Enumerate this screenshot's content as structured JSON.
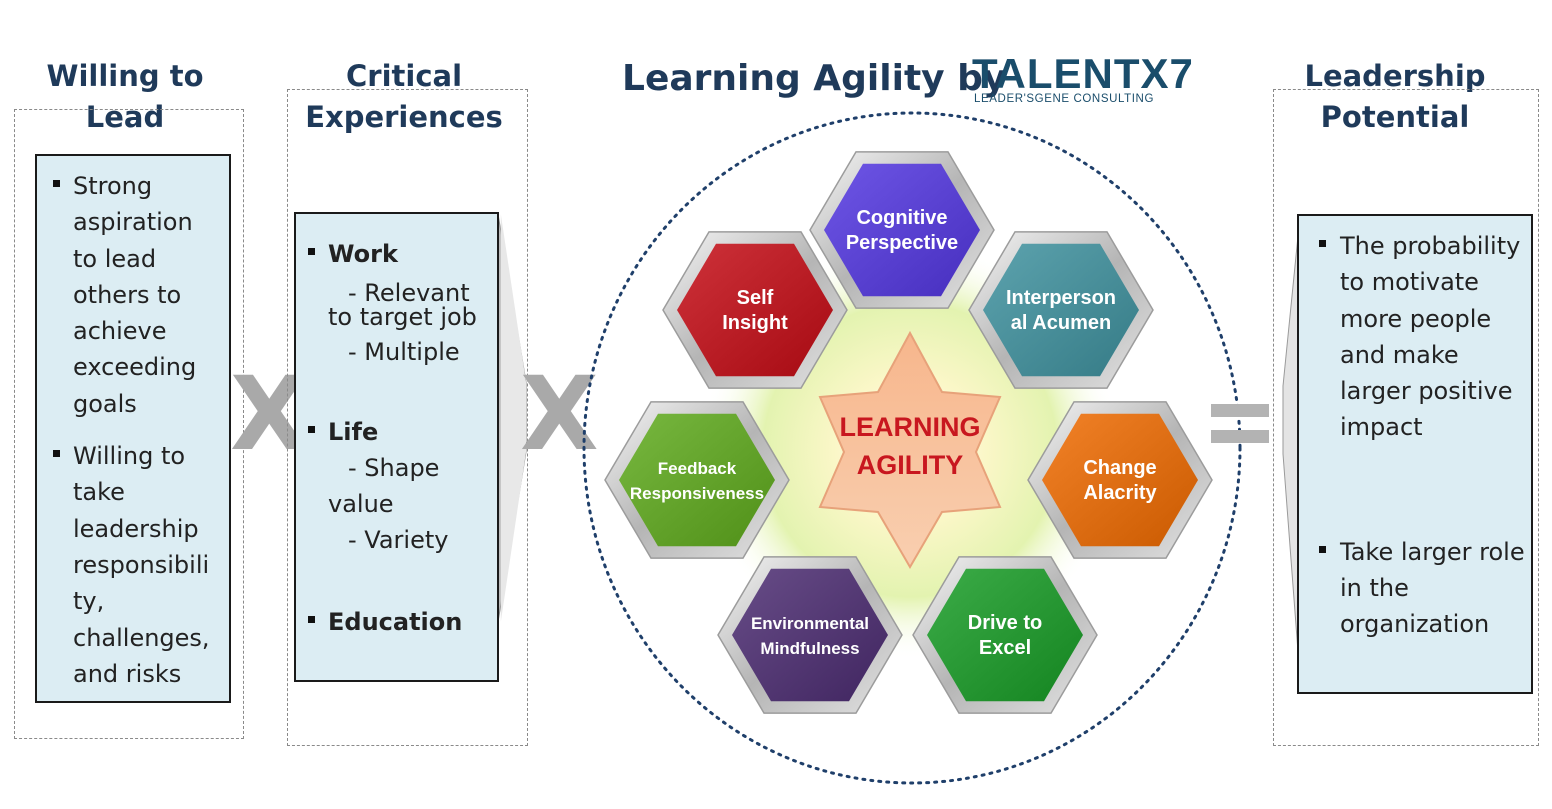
{
  "header": {
    "title": "Learning Agility by",
    "logo_text": "TALENTX7",
    "logo_subtitle": "LEADER'SGENE CONSULTING"
  },
  "willing": {
    "title_line1": "Willing to",
    "title_line2": "Lead",
    "bullets": [
      [
        "Strong",
        "aspiration",
        "to lead",
        "others to",
        "achieve",
        "exceeding",
        "goals"
      ],
      [
        "Willing to",
        "take",
        "leadership",
        "responsibili",
        "ty,",
        "challenges,",
        "and risks"
      ]
    ]
  },
  "critical": {
    "title_line1": "Critical",
    "title_line2": "Experiences",
    "work": "Work",
    "work_sub1a": "- Relevant",
    "work_sub1b": "to target job",
    "work_sub2": "- Multiple",
    "life": "Life",
    "life_sub1a": "- Shape",
    "life_sub1b": "value",
    "life_sub2": "- Variety",
    "education": "Education"
  },
  "operators": {
    "times1": "X",
    "times2": "X"
  },
  "agility": {
    "center_line1": "LEARNING",
    "center_line2": "AGILITY",
    "hexagons": [
      {
        "id": "cognitive",
        "line1": "Cognitive",
        "line2": "Perspective",
        "color": "#5038c8"
      },
      {
        "id": "self",
        "line1": "Self",
        "line2": "Insight",
        "color": "#b0141c"
      },
      {
        "id": "interpersonal",
        "line1": "Interperson",
        "line2": "al Acumen",
        "color": "#3f8590"
      },
      {
        "id": "feedback",
        "line1": "Feedback",
        "line2": "Responsiveness",
        "color": "#5a9a22"
      },
      {
        "id": "change",
        "line1": "Change",
        "line2": "Alacrity",
        "color": "#d4640a"
      },
      {
        "id": "environmental",
        "line1": "Environmental",
        "line2": "Mindfulness",
        "color": "#4a2f6a"
      },
      {
        "id": "drive",
        "line1": "Drive to",
        "line2": "Excel",
        "color": "#1e8e2a"
      }
    ]
  },
  "potential": {
    "title_line1": "Leadership",
    "title_line2": "Potential",
    "bullets": [
      [
        "The probability",
        "to motivate",
        "more people",
        "and make",
        "larger positive",
        "impact"
      ],
      [
        "Take larger role",
        "in the",
        "organization"
      ]
    ]
  }
}
